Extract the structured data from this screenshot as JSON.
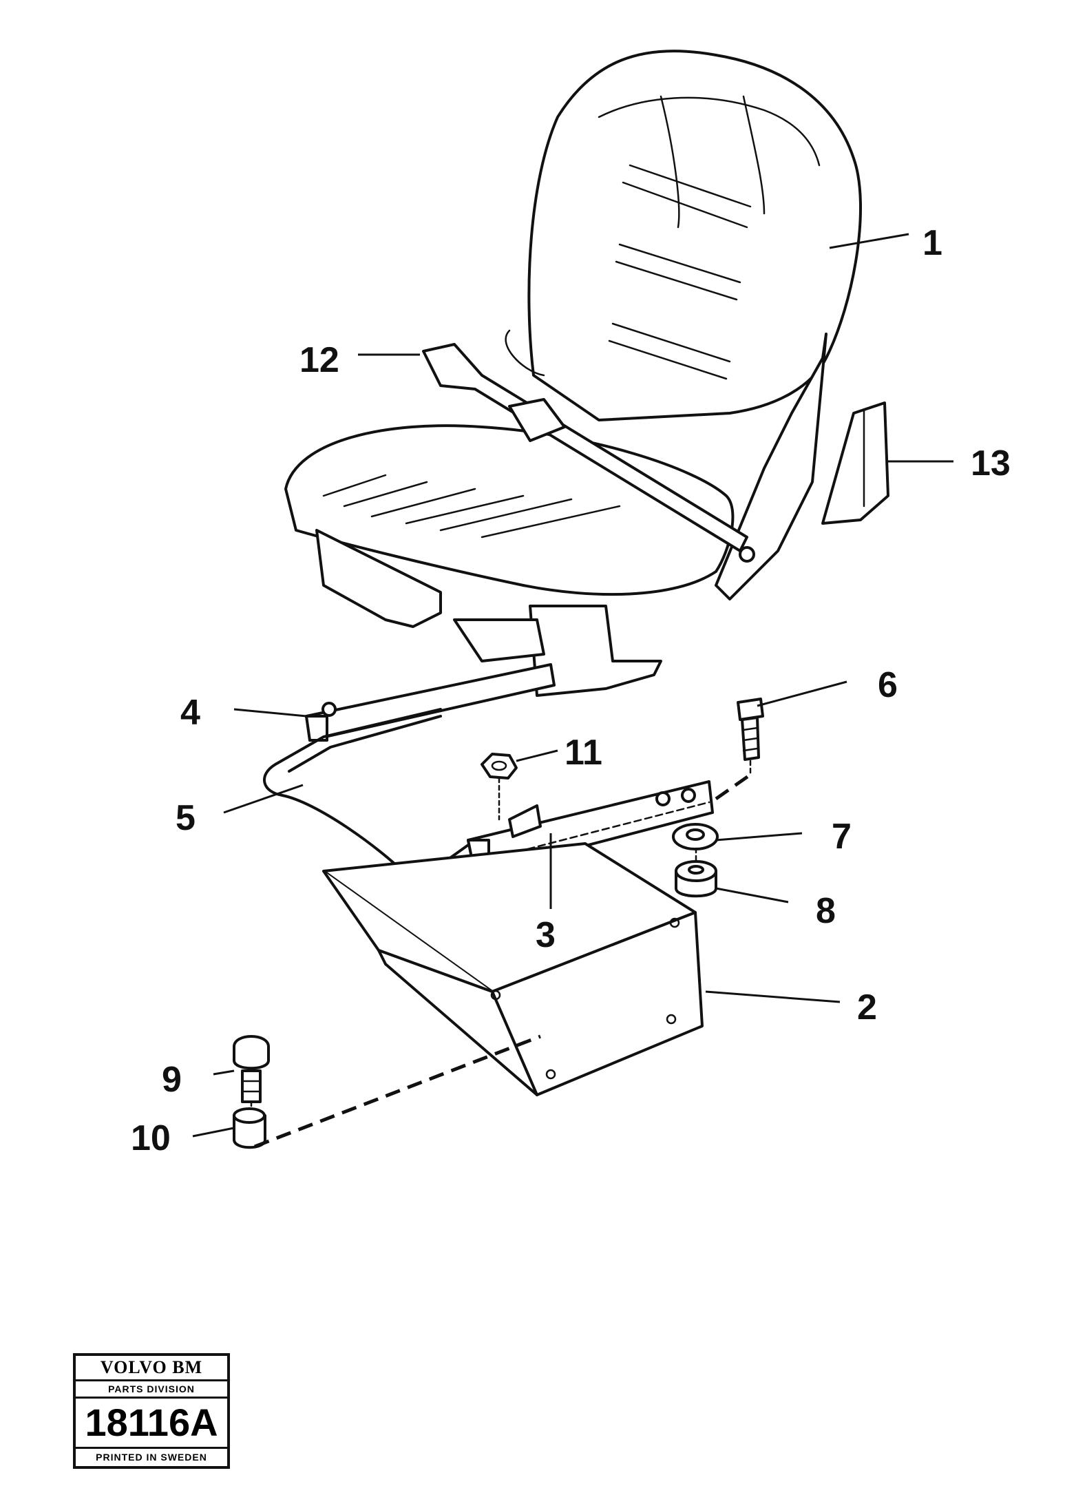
{
  "callouts": {
    "c1": "1",
    "c2": "2",
    "c3": "3",
    "c4": "4",
    "c5": "5",
    "c6": "6",
    "c7": "7",
    "c8": "8",
    "c9": "9",
    "c10": "10",
    "c11": "11",
    "c12": "12",
    "c13": "13"
  },
  "stamp": {
    "brand": "VOLVO BM",
    "division": "PARTS DIVISION",
    "number": "18116A",
    "footer": "PRINTED IN SWEDEN"
  }
}
